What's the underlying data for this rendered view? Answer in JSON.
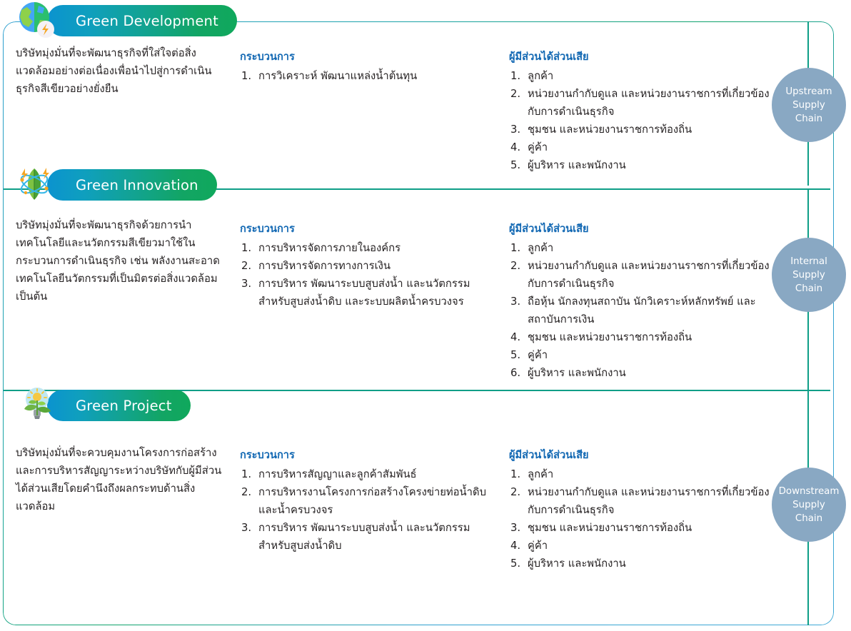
{
  "frame": {
    "accent_blue": "#1268b3",
    "accent_teal": "#0e9e87",
    "pill_gradient_start": "#0b93cf",
    "pill_gradient_end": "#10a85c",
    "circle_color": "#89a8c3",
    "body_text_color": "#231f20"
  },
  "sections": [
    {
      "key": "green_development",
      "title": "Green Development",
      "icon": "globe-lightning-icon",
      "description": "บริษัทมุ่งมั่นที่จะพัฒนาธุรกิจที่ใส่ใจต่อสิ่งแวดล้อมอย่างต่อเนื่องเพื่อนำไปสู่การดำเนินธุรกิจสีเขียวอย่างยั่งยืน",
      "process_title": "กระบวนการ",
      "process_items": [
        "การวิเคราะห์ พัฒนาแหล่งน้ำต้นทุน"
      ],
      "stakeholder_title": "ผู้มีส่วนได้ส่วนเสีย",
      "stakeholder_items": [
        "ลูกค้า",
        "หน่วยงานกำกับดูแล และหน่วยงานราชการที่เกี่ยวข้องกับการดำเนินธุรกิจ",
        "ชุมชน และหน่วยงานราชการท้องถิ่น",
        "คู่ค้า",
        "ผู้บริหาร และพนักงาน"
      ],
      "circle_label": "Upstream\nSupply\nChain",
      "circle_lines": [
        "Upstream",
        "Supply",
        "Chain"
      ]
    },
    {
      "key": "green_innovation",
      "title": "Green Innovation",
      "icon": "leaf-atom-icon",
      "description": "บริษัทมุ่งมั่นที่จะพัฒนาธุรกิจด้วยการนำเทคโนโลยีและนวัตกรรมสีเขียวมาใช้ในกระบวนการดำเนินธุรกิจ เช่น พลังงานสะอาด เทคโนโลยีนวัตกรรมที่เป็นมิตรต่อสิ่งแวดล้อม เป็นต้น",
      "process_title": "กระบวนการ",
      "process_items": [
        "การบริหารจัดการภายในองค์กร",
        "การบริหารจัดการทางการเงิน",
        "การบริหาร พัฒนาระบบสูบส่งน้ำ และนวัตกรรมสำหรับสูบส่งน้ำดิบ และระบบผลิตน้ำครบวงจร"
      ],
      "stakeholder_title": "ผู้มีส่วนได้ส่วนเสีย",
      "stakeholder_items": [
        "ลูกค้า",
        "หน่วยงานกำกับดูแล และหน่วยงานราชการที่เกี่ยวข้องกับการดำเนินธุรกิจ",
        "ถือหุ้น นักลงทุนสถาบัน นักวิเคราะห์หลักทรัพย์ และสถาบันการเงิน",
        "ชุมชน และหน่วยงานราชการท้องถิ่น",
        "คู่ค้า",
        "ผู้บริหาร และพนักงาน"
      ],
      "circle_label": "Internal\nSupply\nChain",
      "circle_lines": [
        "Internal",
        "Supply",
        "Chain"
      ]
    },
    {
      "key": "green_project",
      "title": "Green Project",
      "icon": "lightbulb-plant-icon",
      "description": "บริษัทมุ่งมั่นที่จะควบคุมงานโครงการก่อสร้างและการบริหารสัญญาระหว่างบริษัทกับผู้มีส่วนได้ส่วนเสียโดยคำนึงถึงผลกระทบด้านสิ่งแวดล้อม",
      "process_title": "กระบวนการ",
      "process_items": [
        "การบริหารสัญญาและลูกค้าสัมพันธ์",
        "การบริหารงานโครงการก่อสร้างโครงข่ายท่อน้ำดิบ และน้ำครบวงจร",
        "การบริหาร พัฒนาระบบสูบส่งน้ำ และนวัตกรรมสำหรับสูบส่งน้ำดิบ"
      ],
      "stakeholder_title": "ผู้มีส่วนได้ส่วนเสีย",
      "stakeholder_items": [
        "ลูกค้า",
        "หน่วยงานกำกับดูแล และหน่วยงานราชการที่เกี่ยวข้องกับการดำเนินธุรกิจ",
        "ชุมชน และหน่วยงานราชการท้องถิ่น",
        "คู่ค้า",
        "ผู้บริหาร และพนักงาน"
      ],
      "circle_label": "Downstream\nSupply\nChain",
      "circle_lines": [
        "Downstream",
        "Supply",
        "Chain"
      ]
    }
  ]
}
